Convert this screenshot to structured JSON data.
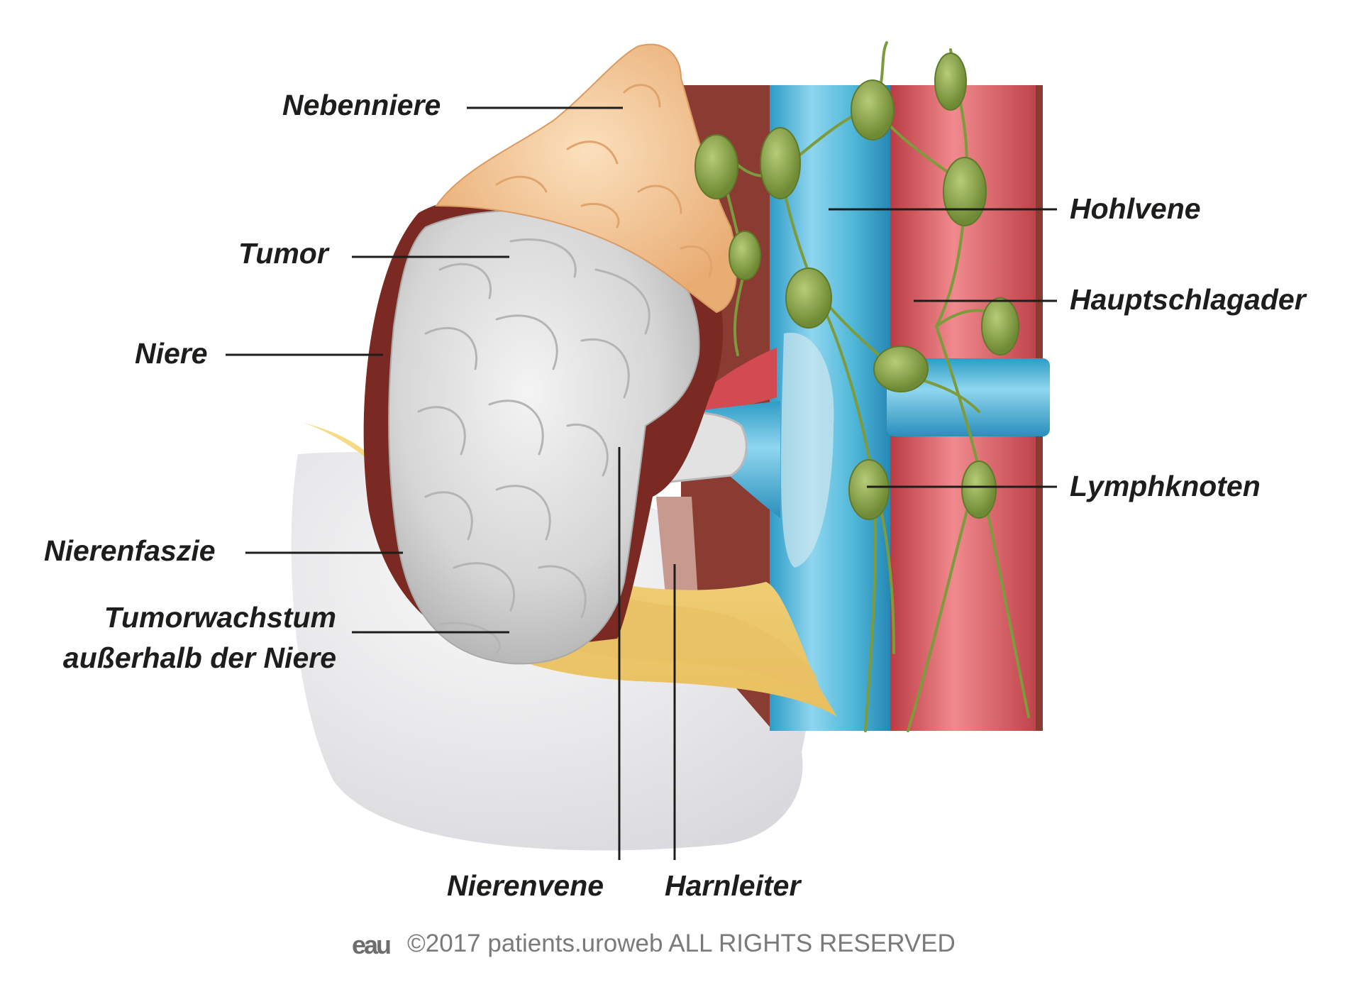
{
  "labels": {
    "adrenal": "Nebenniere",
    "tumor": "Tumor",
    "kidney": "Niere",
    "fascia": "Nierenfaszie",
    "extension_line1": "Tumorwachstum",
    "extension_line2": "außerhalb der Niere",
    "vena_cava": "Hohlvene",
    "aorta": "Hauptschlagader",
    "lymph_nodes": "Lymphknoten",
    "renal_vein": "Nierenvene",
    "ureter": "Harnleiter"
  },
  "footer": {
    "logo": "eau",
    "copyright": "©2017 patients.uroweb ALL RIGHTS RESERVED"
  },
  "colors": {
    "vein": "#4fb6d8",
    "artery": "#d9545c",
    "lymph": "#8aa24a",
    "tumor": "#dedede",
    "adrenal": "#f3c592",
    "fat": "#f2cf7a",
    "kidney": "#7a2a22"
  }
}
